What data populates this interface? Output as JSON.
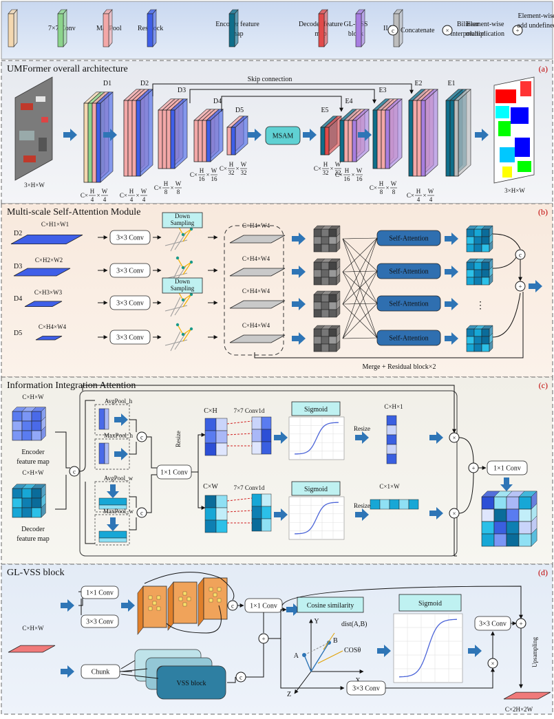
{
  "legend": {
    "items": [
      {
        "key": "conv7",
        "label": "7×7 Conv",
        "color": "#f4d8b0"
      },
      {
        "key": "maxpool",
        "label": "MaxPool",
        "color": "#8cd48c"
      },
      {
        "key": "resblock",
        "label": "Resblock",
        "color": "#f3a8a8"
      },
      {
        "key": "encoder",
        "label": "Encoder feature map",
        "color": "#3f5fe8"
      },
      {
        "key": "decoder",
        "label": "Decoder feature map",
        "color": "#0f6e8a"
      },
      {
        "key": "glvss",
        "label": "GL-VSS block",
        "color": "#e14a4a"
      },
      {
        "key": "iia",
        "label": "IIA",
        "color": "#a77ee0"
      },
      {
        "key": "bilinear",
        "label": "Bilinear interpolation",
        "color": "#bdbdbd"
      }
    ],
    "concat": {
      "symbol": "c",
      "label": "Concatenate"
    },
    "mult": {
      "symbol": "×",
      "label": "Element-wise multiplication"
    },
    "add": {
      "symbol": "+",
      "label": "Element-wise add"
    }
  },
  "panel_a": {
    "title": "UMFormer overall architecture",
    "tag": "(a)",
    "skip": "Skip connection",
    "input_dim": "3×H×W",
    "output_dim": "3×H×W",
    "msam": "MSAM",
    "enc": [
      "D1",
      "D2",
      "D3",
      "D4",
      "D5"
    ],
    "dec": [
      "E5",
      "E4",
      "E3",
      "E2",
      "E1"
    ],
    "enc_dims": [
      [
        "C×",
        "H",
        "4",
        "×",
        "W",
        "4"
      ],
      [
        "C×",
        "H",
        "4",
        "×",
        "W",
        "4"
      ],
      [
        "C×",
        "H",
        "8",
        "×",
        "W",
        "8"
      ],
      [
        "C×",
        "H",
        "16",
        "×",
        "W",
        "16"
      ],
      [
        "C×",
        "H",
        "32",
        "×",
        "W",
        "32"
      ]
    ],
    "dec_dims": [
      [
        "C×",
        "H",
        "32",
        "×",
        "W",
        "32"
      ],
      [
        "C×",
        "H",
        "16",
        "×",
        "W",
        "16"
      ],
      [
        "C×",
        "H",
        "8",
        "×",
        "W",
        "8"
      ],
      [
        "C×",
        "H",
        "4",
        "×",
        "W",
        "4"
      ]
    ]
  },
  "panel_b": {
    "title": "Multi-scale Self-Attention Module",
    "tag": "(b)",
    "rows": [
      "D2",
      "D3",
      "D4",
      "D5"
    ],
    "in_dims": [
      "C×H1×W1",
      "C×H2×W2",
      "C×H3×W3",
      "C×H4×W4"
    ],
    "conv": "3×3 Conv",
    "down": "Down Sampling",
    "out_dims": [
      "C×H4×W4",
      "C×H4×W4",
      "C×H4×W4",
      "C×H4×W4"
    ],
    "sa": "Self-Attention",
    "dots": "⋮",
    "merge": "Merge + Residual block×2"
  },
  "panel_c": {
    "title": "Information Integration Attention",
    "tag": "(c)",
    "enc_dim": "C×H×W",
    "enc_label": "Encoder feature map",
    "dec_dim": "C×H×W",
    "dec_label": "Decoder feature map",
    "pools": [
      "AvgPool_h",
      "MaxPool_h",
      "AvgPool_w",
      "MaxPool_w"
    ],
    "conv1": "1×1 Conv",
    "resize": "Resize",
    "ch": "C×H",
    "cw": "C×W",
    "conv1d": "7×7 Conv1d",
    "sigmoid": "Sigmoid",
    "ch1": "C×H×1",
    "c1w": "C×1×W",
    "conv_out": "1×1 Conv"
  },
  "panel_d": {
    "title": "GL-VSS block",
    "tag": "(d)",
    "in_dim": "C×H×W",
    "conv1": "1×1 Conv",
    "conv3": "3×3 Conv",
    "chunk": "Chunk",
    "vss": "VSS block",
    "cos": "Cosine similarity",
    "sigmoid": "Sigmoid",
    "conv1b": "1×1 Conv",
    "conv3b": "3×3 Conv",
    "conv3c": "3×3 Conv",
    "dist": "dist(A,B)",
    "costheta": "COSθ",
    "ptA": "A",
    "ptB": "B",
    "axX": "X",
    "axY": "Y",
    "axZ": "Z",
    "upsampling": "Upsampling",
    "out_dim": "C×2H×2W"
  }
}
